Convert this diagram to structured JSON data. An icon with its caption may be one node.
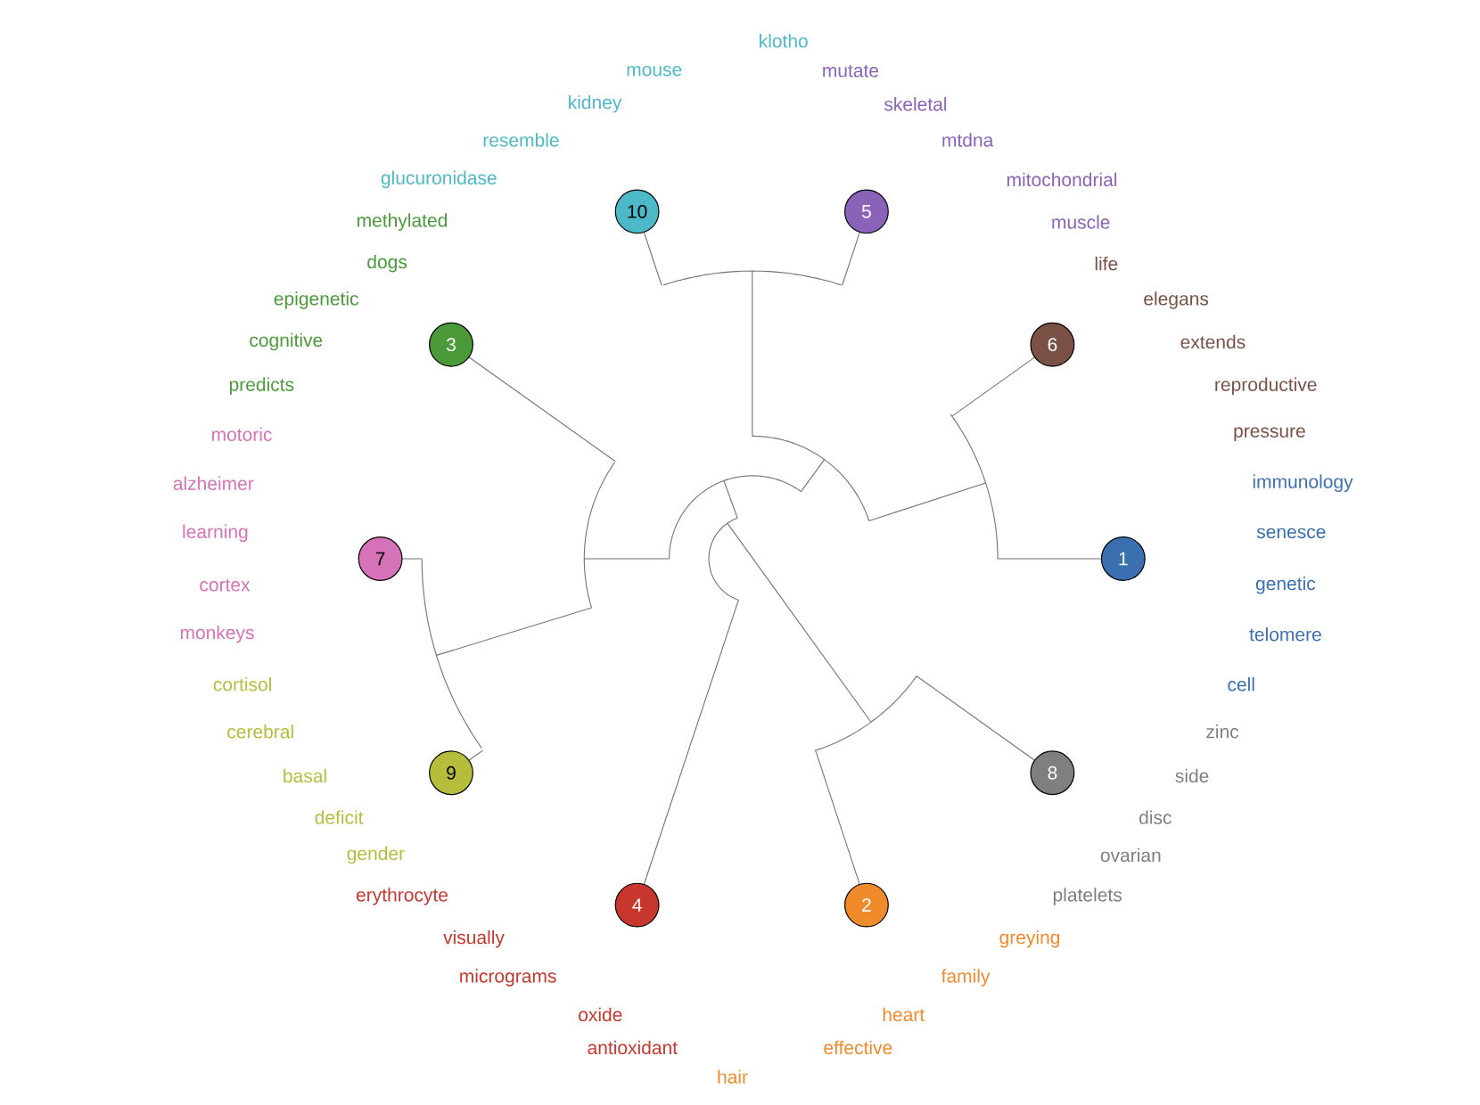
{
  "diagram": {
    "nodes": [
      {
        "text": [
          "1"
        ]
      },
      {
        "text": [
          "2"
        ]
      },
      {
        "text": [
          "3"
        ]
      },
      {
        "text": [
          "4"
        ]
      },
      {
        "text": [
          "5"
        ]
      },
      {
        "text": [
          "6"
        ]
      },
      {
        "text": [
          "7"
        ]
      },
      {
        "text": [
          "8"
        ]
      },
      {
        "text": [
          "9"
        ]
      },
      {
        "text": [
          "10"
        ]
      }
    ],
    "labels": [
      "immunology",
      "senesce",
      "genetic",
      "telomere",
      "cell",
      "greying",
      "family",
      "heart",
      "effective",
      "hair",
      "methylated",
      "dogs",
      "epigenetic",
      "cognitive",
      "predicts",
      "erythrocyte",
      "visually",
      "micrograms",
      "oxide",
      "antioxidant",
      "mutate",
      "skeletal",
      "mtdna",
      "mitochondrial",
      "muscle",
      "life",
      "elegans",
      "extends",
      "reproductive",
      "pressure",
      "motoric",
      "alzheimer",
      "learning",
      "cortex",
      "monkeys",
      "zinc",
      "side",
      "disc",
      "ovarian",
      "platelets",
      "cortisol",
      "cerebral",
      "basal",
      "deficit",
      "gender",
      "klotho",
      "mouse",
      "kidney",
      "resemble",
      "glucuronidase"
    ]
  }
}
